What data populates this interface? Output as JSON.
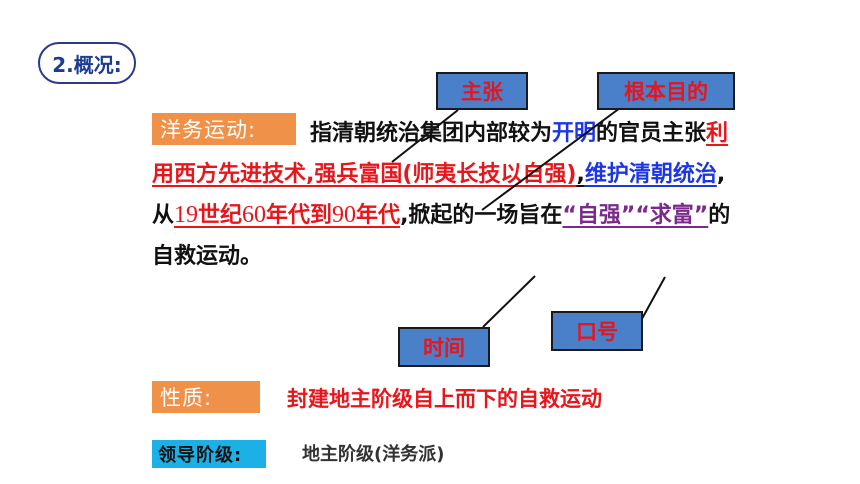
{
  "heading": "2.概况:",
  "labels": {
    "definition": "洋务运动:",
    "nature": "性质:",
    "leader": "领导阶级:"
  },
  "callouts": {
    "zhuzhang": "主张",
    "mudi": "根本目的",
    "shijian": "时间",
    "kouhao": "口号"
  },
  "definition": {
    "p1": "指清朝统治集团内部较为",
    "p2": "开明",
    "p3": "的官员主张",
    "p4": "利用西方先进技术,强兵富国(师夷长技以自强)",
    "p5": ",",
    "p6": "维护清朝统治",
    "p7": ",从",
    "p8": "19",
    "p9": "世纪",
    "p10": "60",
    "p11": "年代到",
    "p12": "90",
    "p13": "年代",
    "p14": ",掀起的一场旨在",
    "p15": "“自强”“求富”",
    "p16": "的自救运动。"
  },
  "nature_text": "封建地主阶级自上而下的自救运动",
  "leader_text": "地主阶级(洋务派)"
}
